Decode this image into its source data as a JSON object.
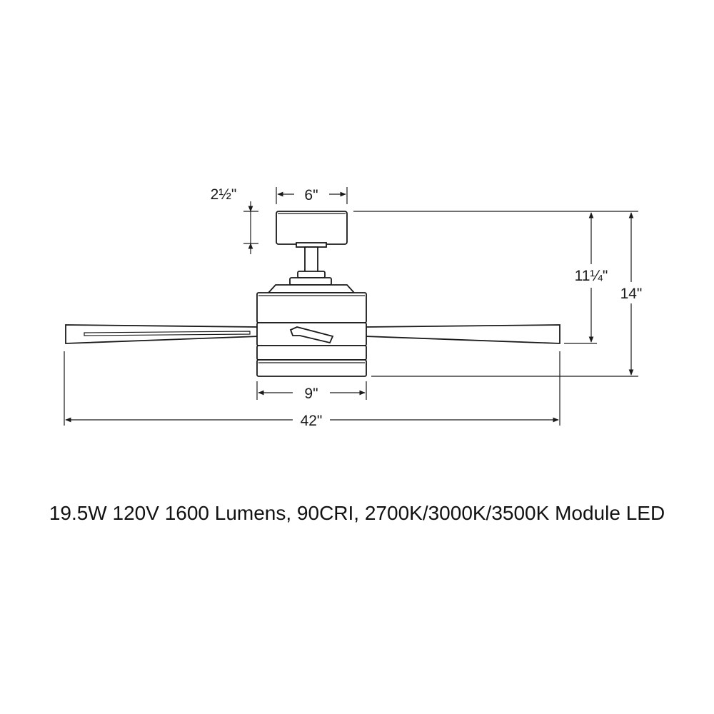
{
  "dimensions": {
    "canopy_height": "2½\"",
    "canopy_width": "6\"",
    "height_to_blade": "11¼\"",
    "overall_height": "14\"",
    "light_kit_width": "9\"",
    "blade_span": "42\""
  },
  "spec_line": "19.5W 120V 1600 Lumens, 90CRI, 2700K/3000K/3500K Module LED",
  "colors": {
    "line": "#1a1a1a",
    "background": "#ffffff"
  }
}
